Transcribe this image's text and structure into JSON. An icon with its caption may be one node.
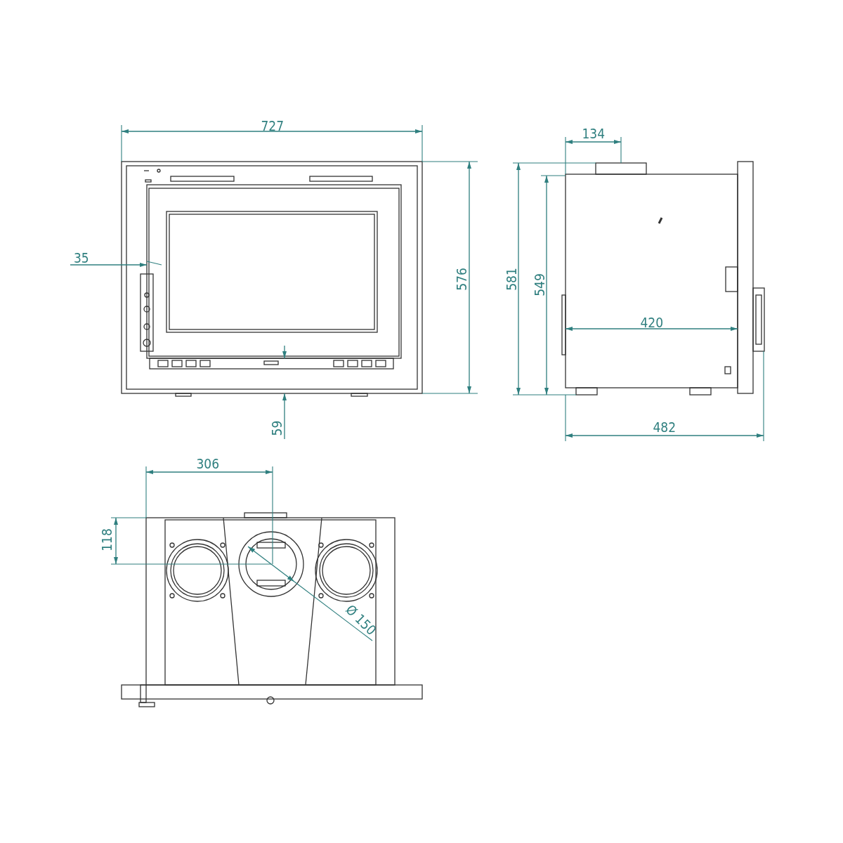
{
  "diagram": {
    "labels": [
      "727",
      "134",
      "35",
      "576",
      "581",
      "549",
      "420",
      "59",
      "482",
      "306",
      "118",
      "Ø 150"
    ]
  }
}
